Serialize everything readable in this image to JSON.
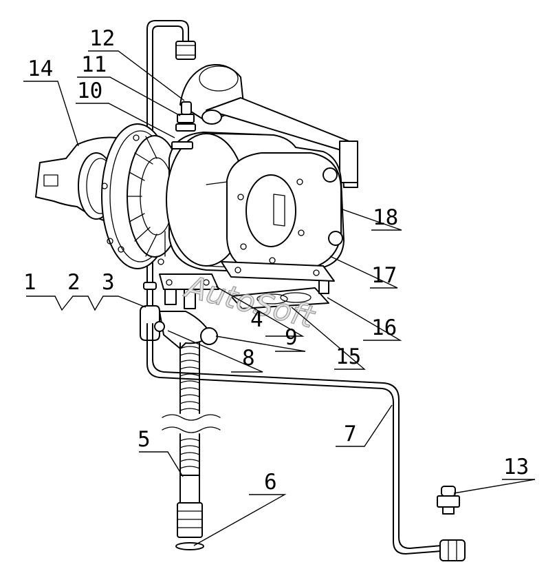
{
  "diagram": {
    "callouts": [
      "1",
      "2",
      "3",
      "4",
      "5",
      "6",
      "7",
      "8",
      "9",
      "10",
      "11",
      "12",
      "13",
      "14",
      "15",
      "16",
      "17",
      "18"
    ],
    "watermark": "AutoSoft"
  }
}
